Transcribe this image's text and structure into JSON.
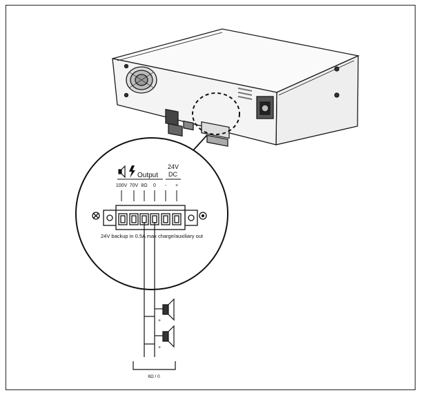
{
  "panel": {
    "output_heading": "Output",
    "dc_heading_line1": "24V",
    "dc_heading_line2": "DC",
    "terminal_labels": [
      "100V",
      "70V",
      "8Ω",
      "0",
      "-",
      "+"
    ],
    "caption": "24V backup in 0.5A max charge/auxiliary out"
  },
  "speakers": {
    "plus_sign": "+",
    "bottom_label": "8Ω / 0"
  },
  "icons": [
    "speaker-icon",
    "lightning-icon"
  ],
  "colors": {
    "line": "#1a1a1a",
    "frame": "#222222",
    "device_fill": "#f2f2f2"
  }
}
